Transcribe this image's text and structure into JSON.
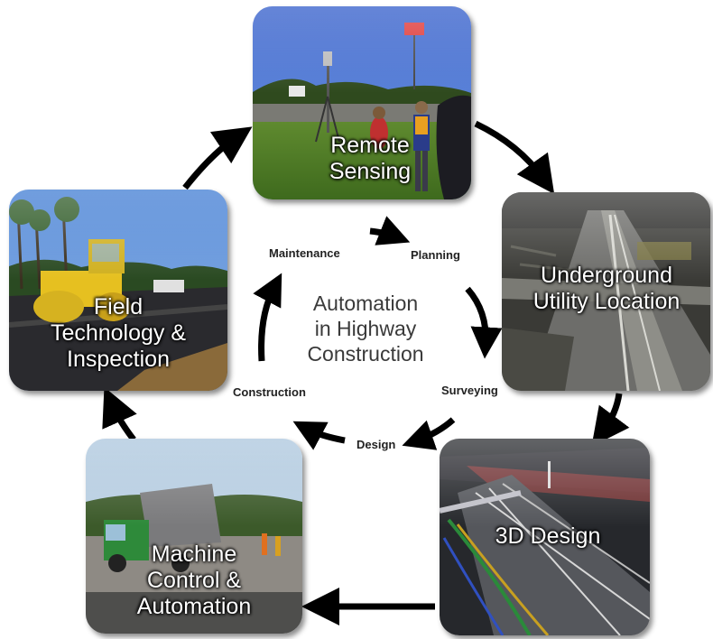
{
  "diagram": {
    "center_title": [
      "Automation",
      "in Highway",
      "Construction"
    ],
    "tiles": {
      "remote_sensing": [
        "Remote",
        "Sensing"
      ],
      "underground_utility": [
        "Underground",
        "Utility Location"
      ],
      "design_3d": [
        "3D Design"
      ],
      "machine_control": [
        "Machine",
        "Control &",
        "Automation"
      ],
      "field_technology": [
        "Field",
        "Technology &",
        "Inspection"
      ]
    },
    "cycle": {
      "maintenance": "Maintenance",
      "planning": "Planning",
      "surveying": "Surveying",
      "design": "Design",
      "construction": "Construction"
    },
    "colors": {
      "arrow": "#000000",
      "label": "#ffffff",
      "title": "#3a3a3a"
    }
  }
}
